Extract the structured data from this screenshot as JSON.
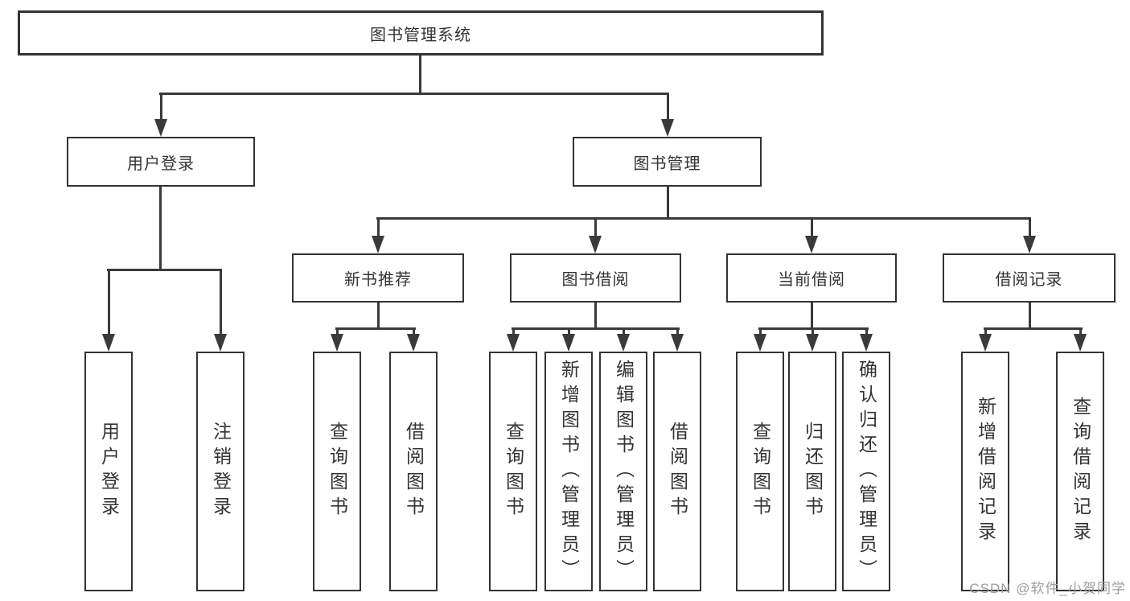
{
  "diagram": {
    "type": "tree",
    "nodes": {
      "root": {
        "label": "图书管理系统"
      },
      "level2": [
        {
          "label": "用户登录"
        },
        {
          "label": "图书管理"
        }
      ],
      "level3": [
        {
          "label": "新书推荐"
        },
        {
          "label": "图书借阅"
        },
        {
          "label": "当前借阅"
        },
        {
          "label": "借阅记录"
        }
      ],
      "leaves": [
        {
          "label": "用户登录"
        },
        {
          "label": "注销登录"
        },
        {
          "label": "查询图书"
        },
        {
          "label": "借阅图书"
        },
        {
          "label": "查询图书"
        },
        {
          "label": "新增图书（管理员）"
        },
        {
          "label": "编辑图书（管理员）"
        },
        {
          "label": "借阅图书"
        },
        {
          "label": "查询图书"
        },
        {
          "label": "归还图书"
        },
        {
          "label": "确认归还（管理员）"
        },
        {
          "label": "新增借阅记录"
        },
        {
          "label": "查询借阅记录"
        }
      ]
    },
    "hierarchy": {
      "图书管理系统": [
        "用户登录",
        "图书管理"
      ],
      "用户登录": [
        "用户登录",
        "注销登录"
      ],
      "图书管理": [
        "新书推荐",
        "图书借阅",
        "当前借阅",
        "借阅记录"
      ],
      "新书推荐": [
        "查询图书",
        "借阅图书"
      ],
      "图书借阅": [
        "查询图书",
        "新增图书（管理员）",
        "编辑图书（管理员）",
        "借阅图书"
      ],
      "当前借阅": [
        "查询图书",
        "归还图书",
        "确认归还（管理员）"
      ],
      "借阅记录": [
        "新增借阅记录",
        "查询借阅记录"
      ]
    },
    "colors": {
      "line": "#3a3a3a",
      "text": "#333333",
      "box_background": "#ffffff"
    }
  },
  "watermark": {
    "text": "CSDN @软件_小贺同学",
    "color": "#9e9e9e"
  }
}
